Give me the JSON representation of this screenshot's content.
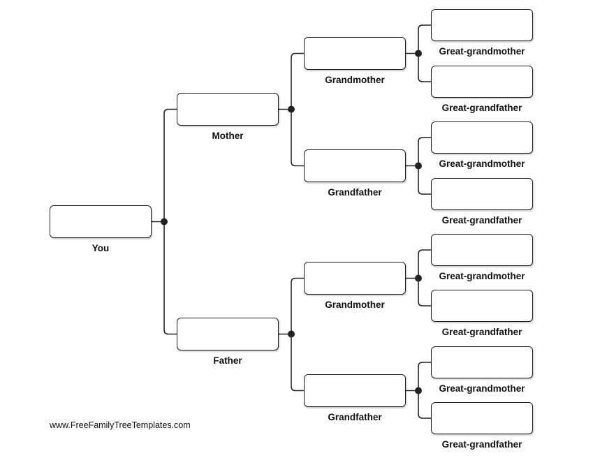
{
  "tree": {
    "you": {
      "label": "You"
    },
    "mother": {
      "label": "Mother"
    },
    "father": {
      "label": "Father"
    },
    "maternal_grandmother": {
      "label": "Grandmother"
    },
    "maternal_grandfather": {
      "label": "Grandfather"
    },
    "paternal_grandmother": {
      "label": "Grandmother"
    },
    "paternal_grandfather": {
      "label": "Grandfather"
    },
    "ggm_1": {
      "label": "Great-grandmother"
    },
    "ggf_1": {
      "label": "Great-grandfather"
    },
    "ggm_2": {
      "label": "Great-grandmother"
    },
    "ggf_2": {
      "label": "Great-grandfather"
    },
    "ggm_3": {
      "label": "Great-grandmother"
    },
    "ggf_3": {
      "label": "Great-grandfather"
    },
    "ggm_4": {
      "label": "Great-grandmother"
    },
    "ggf_4": {
      "label": "Great-grandfather"
    }
  },
  "footer": {
    "website": "www.FreeFamilyTreeTemplates.com"
  },
  "colors": {
    "line": "#222222",
    "text": "#111111",
    "box_border": "#222222",
    "background": "#ffffff"
  }
}
